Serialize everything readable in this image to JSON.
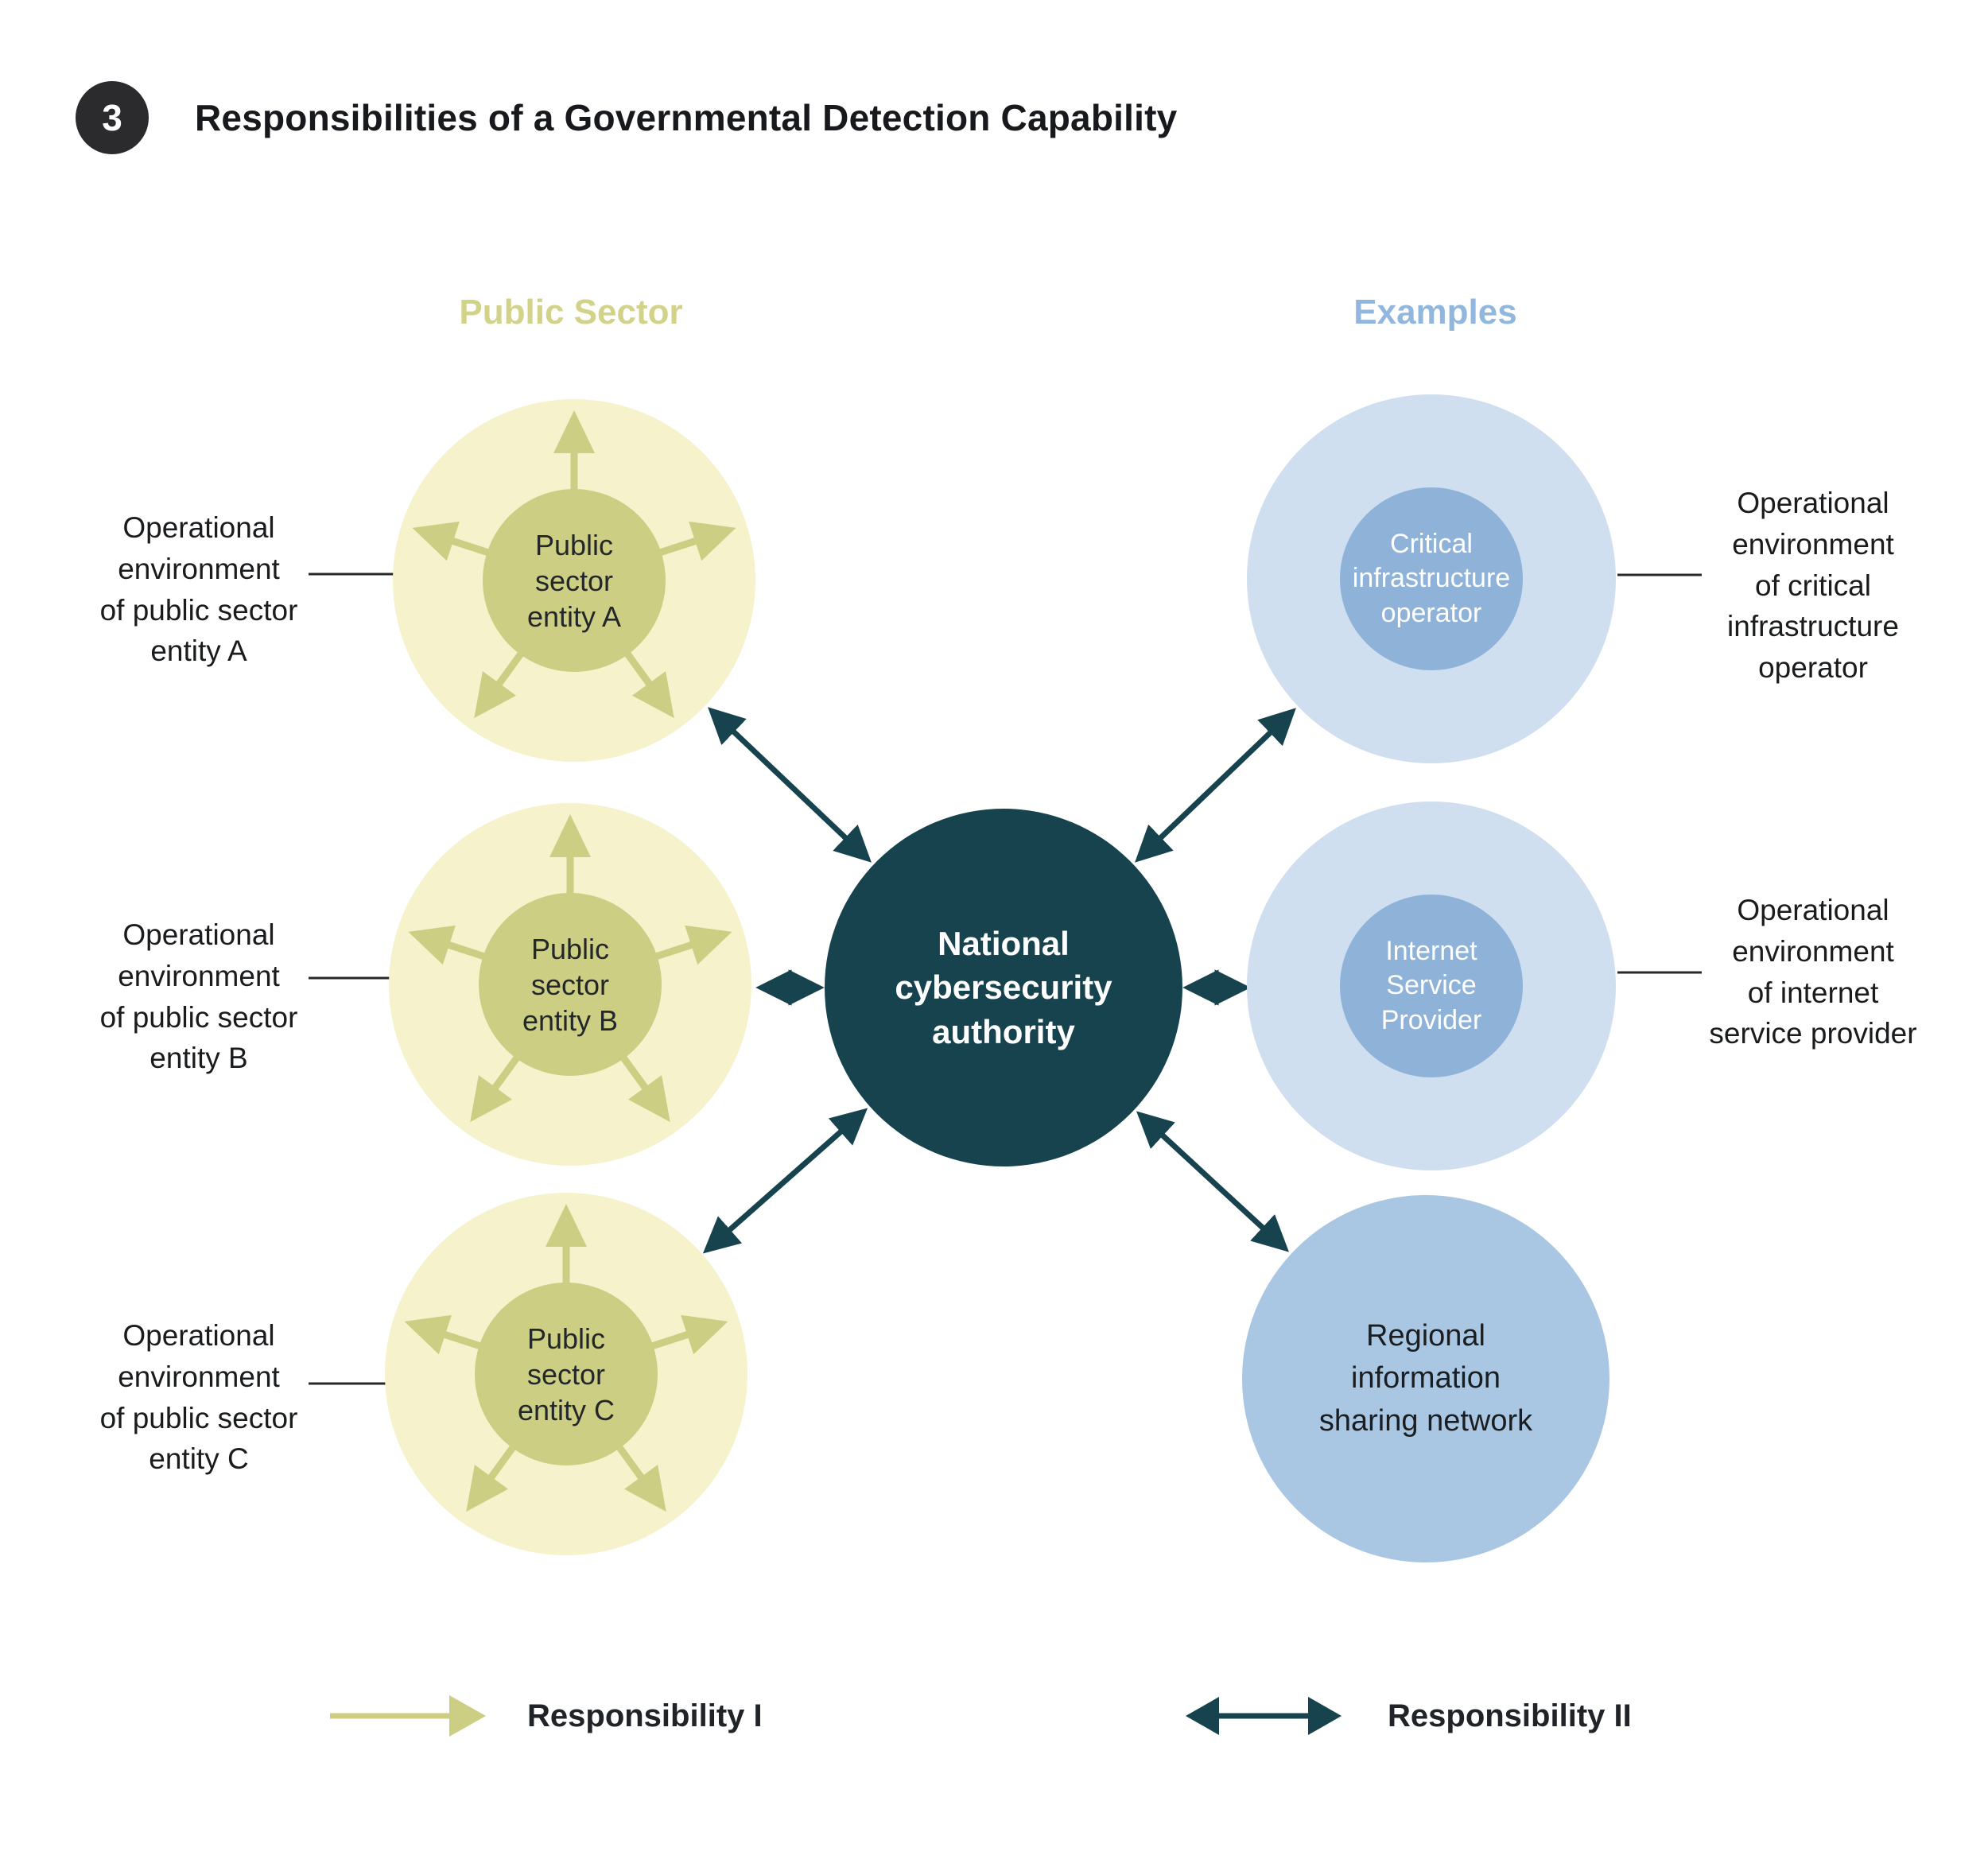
{
  "header": {
    "badge": "3",
    "title": "Responsibilities of a Governmental Detection Capability"
  },
  "groups": {
    "left_header": "Public Sector",
    "right_header": "Examples"
  },
  "center_node": {
    "label": "National\ncybersecurity\nauthority"
  },
  "left_nodes": [
    {
      "label": "Public\nsector\nentity A",
      "env": "Operational\nenvironment\nof public sector\nentity A"
    },
    {
      "label": "Public\nsector\nentity B",
      "env": "Operational\nenvironment\nof public sector\nentity B"
    },
    {
      "label": "Public\nsector\nentity C",
      "env": "Operational\nenvironment\nof public sector\nentity C"
    }
  ],
  "right_nodes": [
    {
      "label": "Critical\ninfrastructure\noperator",
      "env": "Operational\nenvironment\nof critical\ninfrastructure\noperator"
    },
    {
      "label": "Internet\nService\nProvider",
      "env": "Operational\nenvironment\nof internet\nservice provider"
    },
    {
      "label": "Regional\ninformation\nsharing network"
    }
  ],
  "legend": {
    "items": [
      {
        "label": "Responsibility I",
        "arrow": "single-olive-arrow"
      },
      {
        "label": "Responsibility II",
        "arrow": "double-teal-arrow"
      }
    ]
  },
  "colors": {
    "pale_yellow": "#f5f2cc",
    "olive": "#cccf83",
    "olive_text": "#d2d289",
    "pale_blue": "#cfdfef",
    "mid_blue": "#8fb3d8",
    "regional_blue": "#a9c7e3",
    "blue_text": "#92b7de",
    "teal": "#17434e",
    "badge": "#2b2b2e",
    "connector": "#26282b"
  }
}
